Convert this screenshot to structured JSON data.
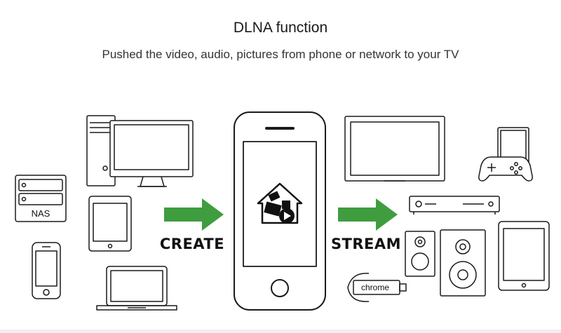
{
  "header": {
    "title": "DLNA function",
    "subtitle": "Pushed the video, audio, pictures from phone or network to your TV"
  },
  "flow": {
    "create_label": "CREATE",
    "stream_label": "STREAM"
  },
  "devices": {
    "nas_label": "NAS",
    "chrome_label": "chrome"
  },
  "colors": {
    "arrow": "#3f9d3f",
    "outline": "#1a1a1a"
  }
}
